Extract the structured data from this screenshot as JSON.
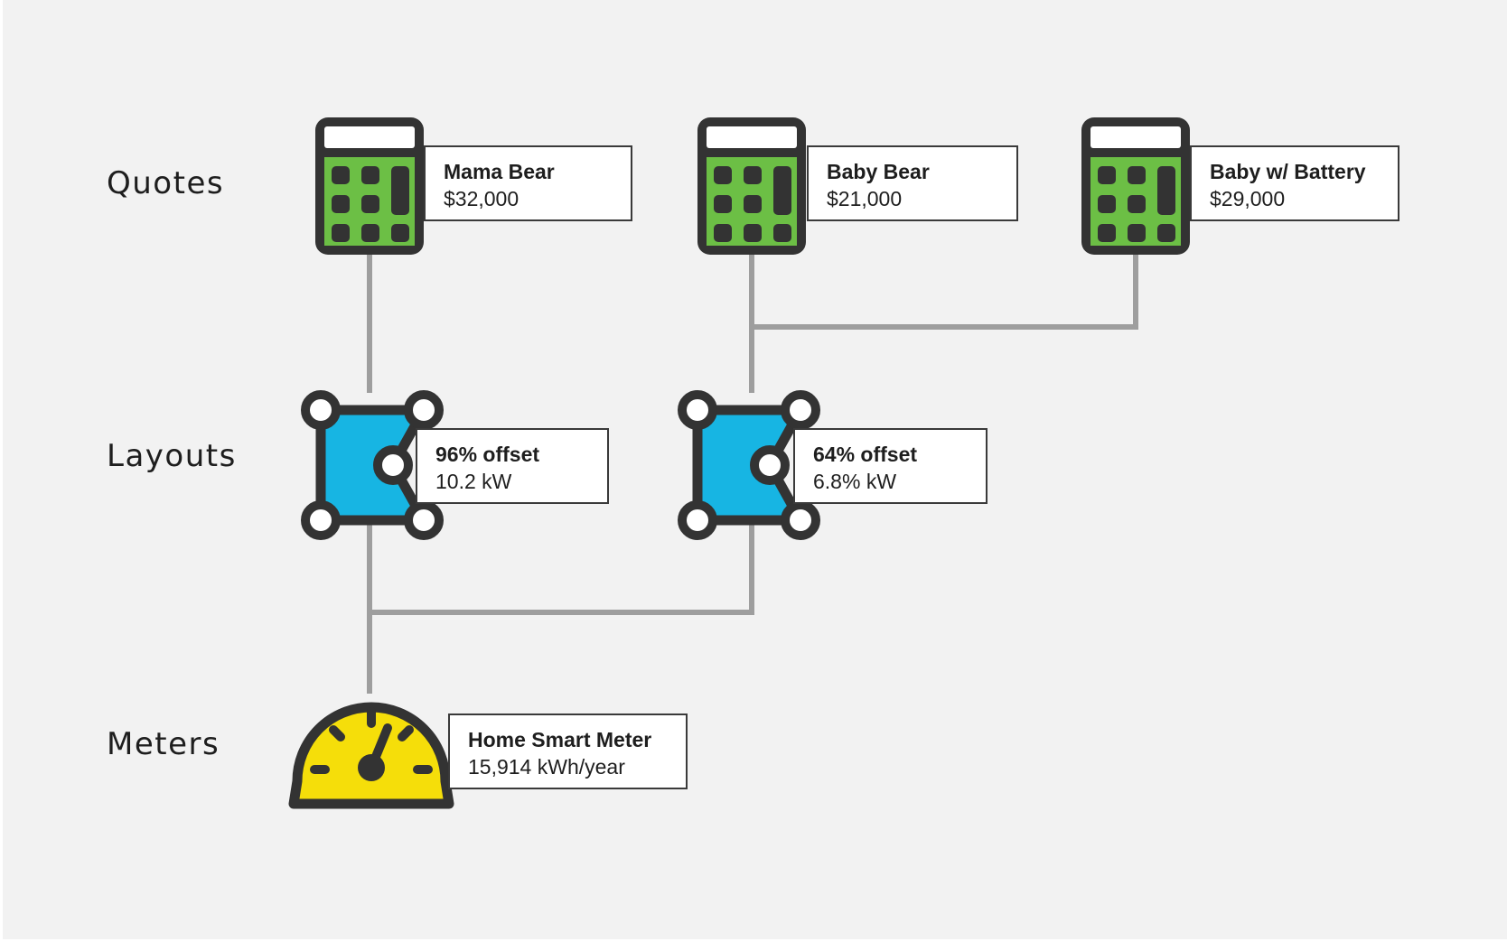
{
  "rows": {
    "quotes": "Quotes",
    "layouts": "Layouts",
    "meters": "Meters"
  },
  "quotes": [
    {
      "title": "Mama Bear",
      "value": "$32,000"
    },
    {
      "title": "Baby Bear",
      "value": "$21,000"
    },
    {
      "title": "Baby w/ Battery",
      "value": "$29,000"
    }
  ],
  "layouts": [
    {
      "title": "96% offset",
      "value": "10.2 kW"
    },
    {
      "title": "64% offset",
      "value": "6.8% kW"
    }
  ],
  "meter": {
    "title": "Home Smart Meter",
    "value": "15,914 kWh/year"
  },
  "colors": {
    "background": "#f2f2f2",
    "outline": "#333333",
    "connector": "#9e9e9e",
    "calculator": "#6cbf45",
    "layout": "#17b5e3",
    "meter": "#f5de0a"
  },
  "icons": {
    "quote": "calculator-icon",
    "layout": "layout-shape-icon",
    "meter": "gauge-meter-icon"
  }
}
